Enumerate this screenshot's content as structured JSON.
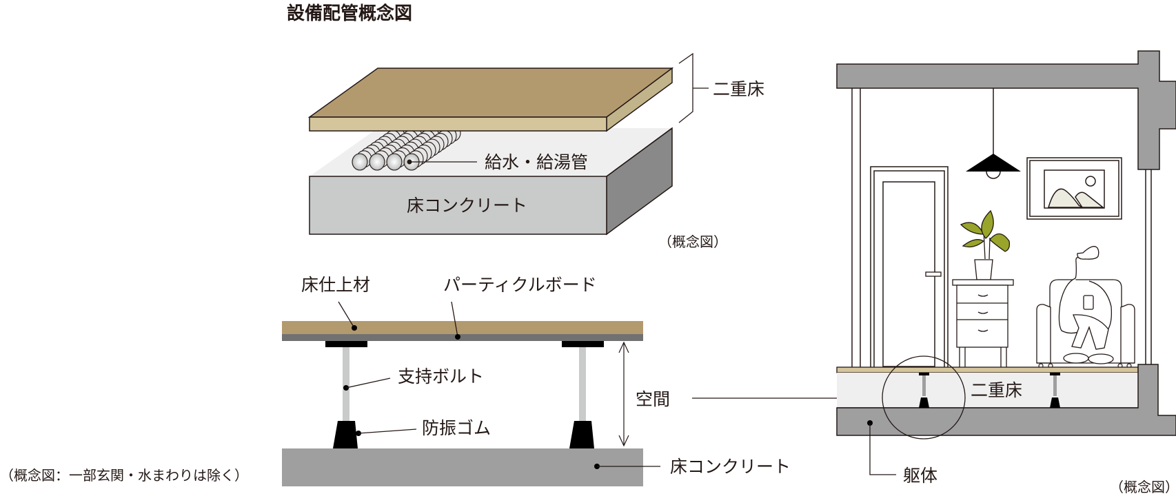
{
  "title": "設備配管概念図",
  "colors": {
    "finish": "#b3996e",
    "finish_edge": "#d5c59d",
    "board": "#727171",
    "concrete": "#9f9fa0",
    "concrete_light": "#c9caca",
    "concrete_side": "#898989",
    "concrete_top": "#efefef",
    "bolt": "#c9caca",
    "rubber": "#000000",
    "plant": "#98a52a",
    "picture_fill": "#ecebe0",
    "ink": "#231815"
  },
  "iso_diagram": {
    "label_double_floor": "二重床",
    "label_pipes": "給水・給湯管",
    "label_concrete": "床コンクリート",
    "caption": "（概念図）"
  },
  "section_diagram": {
    "label_finish": "床仕上材",
    "label_particle_board": "パーティクルボード",
    "label_bolt": "支持ボルト",
    "label_rubber": "防振ゴム",
    "label_space": "空間",
    "label_concrete": "床コンクリート",
    "note": "（概念図：一部玄関・水まわりは除く）"
  },
  "room_diagram": {
    "label_double_floor": "二重床",
    "label_structure": "躯体",
    "caption": "（概念図）"
  }
}
